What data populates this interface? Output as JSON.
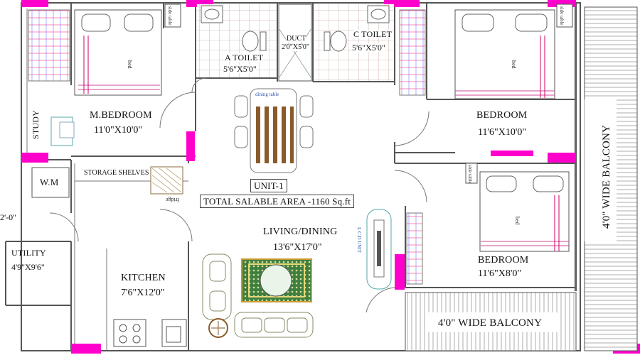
{
  "plan": {
    "unit_label": "UNIT-1",
    "area_label": "TOTAL SALABLE AREA -1160 Sq.ft",
    "rooms": {
      "master_bedroom": {
        "name": "M.BEDROOM",
        "dims": "11'0\"X10'0\""
      },
      "bedroom_top_right": {
        "name": "BEDROOM",
        "dims": "11'6\"X10'0\""
      },
      "bedroom_bottom_right": {
        "name": "BEDROOM",
        "dims": "11'6\"X8'0\""
      },
      "a_toilet": {
        "name": "A TOILET",
        "dims": "5'6\"X5'0\""
      },
      "c_toilet": {
        "name": "C TOILET",
        "dims": "5'6\"X5'0\""
      },
      "duct": {
        "name": "DUCT",
        "dims": "2'0\"X5'0\""
      },
      "living_dining": {
        "name": "LIVING/DINING",
        "dims": "13'6\"X17'0\""
      },
      "kitchen": {
        "name": "KITCHEN",
        "dims": "7'6\"X12'0\""
      },
      "utility": {
        "name": "UTILITY",
        "dims": "4'9\"X9'6\""
      },
      "study": {
        "name": "STUDY"
      },
      "wm": {
        "name": "W.M"
      },
      "storage": {
        "name": "STORAGE SHELVES"
      },
      "balcony_right": {
        "name": "4'0\" WIDE BALCONY"
      },
      "balcony_bottom": {
        "name": "4'0\" WIDE BALCONY"
      }
    },
    "furniture": {
      "bed": "bed",
      "side_table": "side table",
      "dining_table": "dining table",
      "fridge": "fridge",
      "lcd_unit": "L.C.D UNIT"
    },
    "edge_dim": "2'-0\""
  }
}
